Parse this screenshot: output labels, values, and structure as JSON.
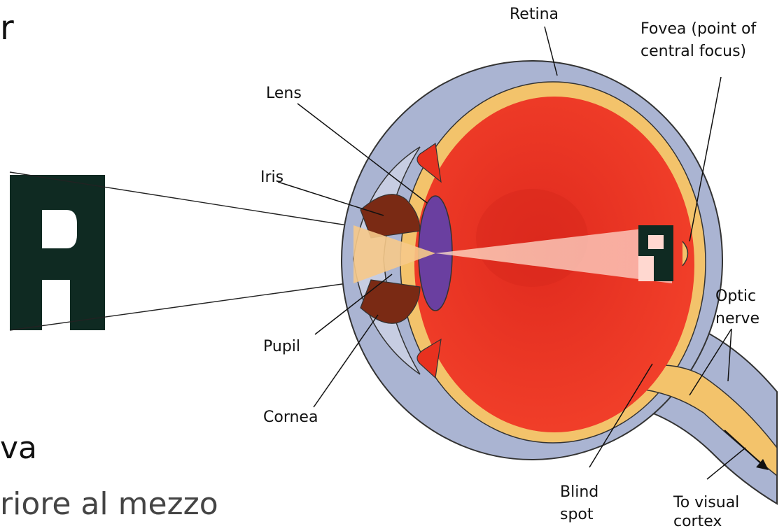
{
  "labels": {
    "retina": "Retina",
    "fovea_line1": "Fovea (point of",
    "fovea_line2": "central focus)",
    "lens": "Lens",
    "iris": "Iris",
    "pupil": "Pupil",
    "cornea": "Cornea",
    "optic_line1": "Optic",
    "optic_line2": "nerve",
    "blind_line1": "Blind",
    "blind_line2": "spot",
    "visual_line1": "To visual",
    "visual_line2": "cortex"
  },
  "object_letter": "R",
  "slide_text": {
    "top_fragment": "r",
    "line1": "va",
    "line2": "riore al mezzo"
  },
  "colors": {
    "sclera": "#aab4d2",
    "retina": "#f3c36b",
    "vitreous": "#e8311f",
    "iris": "#7a2a14",
    "lens": "#6a3fa0",
    "letter": "#0f2a22"
  }
}
